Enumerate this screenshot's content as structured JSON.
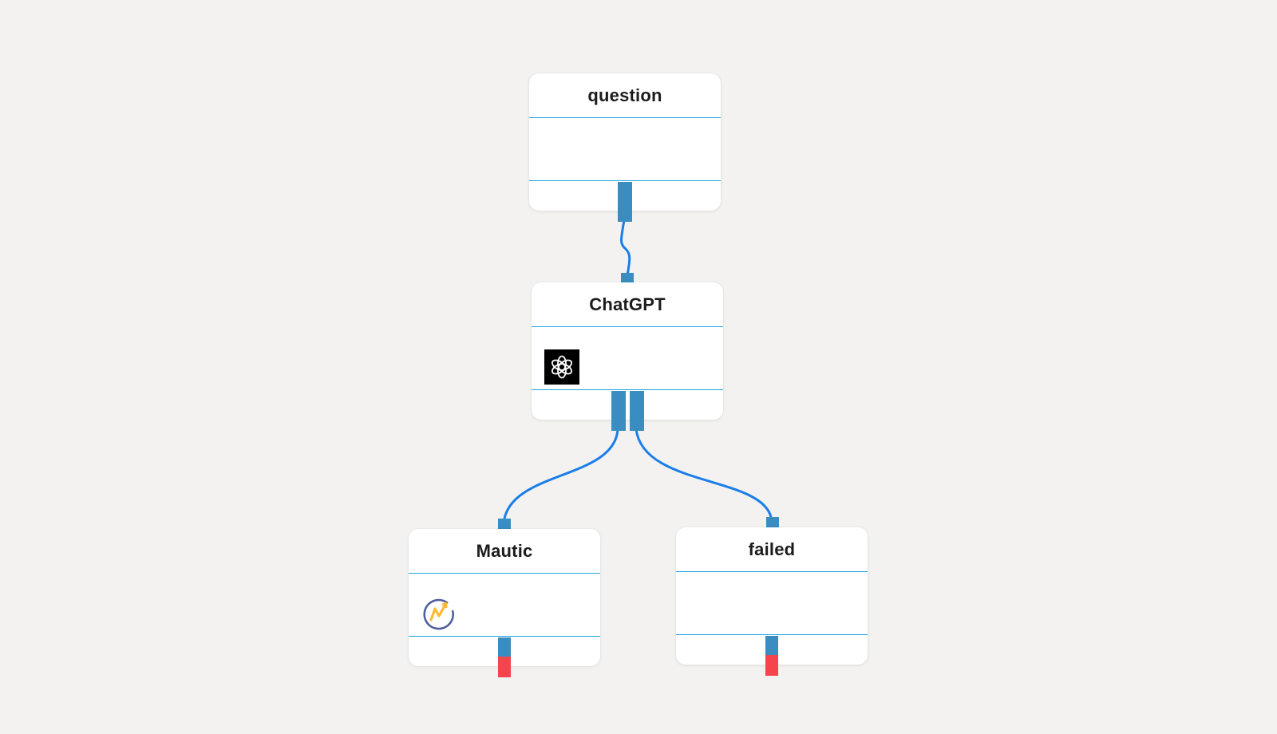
{
  "canvas": {
    "background": "#f3f2f1",
    "edge_color": "#1a7ee8",
    "port_color": "#3a8dc0",
    "error_port_color": "#f5444c",
    "divider_color": "#1ea4e0"
  },
  "nodes": {
    "question": {
      "title": "question",
      "icon": null
    },
    "chatgpt": {
      "title": "ChatGPT",
      "icon": "openai-icon"
    },
    "mautic": {
      "title": "Mautic",
      "icon": "mautic-icon"
    },
    "failed": {
      "title": "failed",
      "icon": null
    }
  },
  "connections": [
    {
      "from": "question",
      "to": "chatgpt"
    },
    {
      "from": "chatgpt",
      "to": "mautic"
    },
    {
      "from": "chatgpt",
      "to": "failed"
    }
  ]
}
